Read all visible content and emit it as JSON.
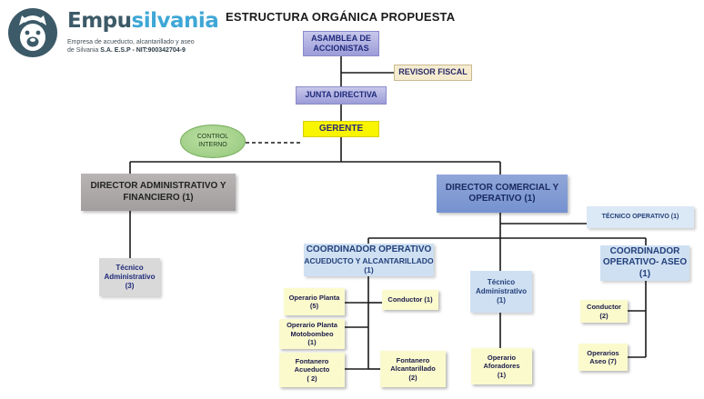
{
  "logo": {
    "brand_part1": "Empu",
    "brand_part2": "silvania",
    "company_line1": "Empresa de acueducto, alcantarillado y aseo",
    "company_line2_prefix": "de Silvania ",
    "company_line2_bold": "S.A. E.S.P - NIT:900342704-9",
    "colors": {
      "dark": "#3c5a68",
      "light": "#3fa7d6"
    }
  },
  "title": "ESTRUCTURA ORGÁNICA PROPUESTA",
  "nodes": {
    "asamblea": {
      "line1": "ASAMBLEA DE",
      "line2": "ACCIONISTAS"
    },
    "revisor": {
      "line1": "REVISOR FISCAL"
    },
    "junta": {
      "line1": "JUNTA DIRECTIVA"
    },
    "gerente": {
      "line1": "GERENTE"
    },
    "control": {
      "line1": "CONTROL",
      "line2": "INTERNO"
    },
    "dir_admin": {
      "line1": "DIRECTOR ADMINISTRATIVO Y",
      "line2": "FINANCIERO (1)"
    },
    "dir_comercial": {
      "line1": "DIRECTOR COMERCIAL Y",
      "line2": "OPERATIVO (1)"
    },
    "tec_operativo": {
      "line1": "TÉCNICO OPERATIVO (1)"
    },
    "tec_admin_left": {
      "line1": "Técnico",
      "line2": "Administrativo",
      "line3": "(3)"
    },
    "coord_acueducto": {
      "line1": "COORDINADOR OPERATIVO",
      "line2": "ACUEDUCTO Y ALCANTARILLADO",
      "line3": "(1)"
    },
    "tec_admin_mid": {
      "line1": "Técnico",
      "line2": "Administrativo",
      "line3": "(1)"
    },
    "coord_aseo": {
      "line1": "COORDINADOR",
      "line2": "OPERATIVO- ASEO",
      "line3": "(1)"
    },
    "operario_planta": {
      "line1": "Operario Planta",
      "line2": "(5)"
    },
    "conductor_acu": {
      "line1": "Conductor (1)"
    },
    "operario_moto": {
      "line1": "Operario Planta",
      "line2": "Motobombeo",
      "line3": "(1)"
    },
    "fontanero_acu": {
      "line1": "Fontanero",
      "line2": "Acueducto",
      "line3": "( 2)"
    },
    "fontanero_alc": {
      "line1": "Fontanero",
      "line2": "Alcantarillado",
      "line3": "(2)"
    },
    "operario_aforadores": {
      "line1": "Operario",
      "line2": "Aforadores",
      "line3": "(1)"
    },
    "conductor_aseo": {
      "line1": "Conductor",
      "line2": "(2)"
    },
    "operarios_aseo": {
      "line1": "Operarios",
      "line2": "Aseo (7)"
    }
  },
  "colors": {
    "purple_box": "#9c9cd8",
    "gerente": "#f9f400",
    "control_ellipse": "#93c77a",
    "director_admin": "#a29e9e",
    "director_comercial": "#7592d0",
    "coordinator": "#cfe0f3",
    "staff_yellow": "#fbfacd"
  }
}
